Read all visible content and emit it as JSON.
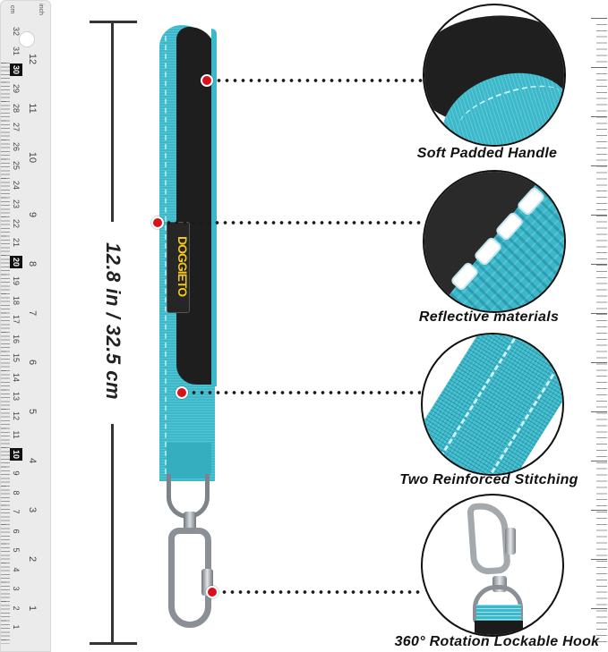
{
  "ruler": {
    "cm_unit": "cm",
    "inch_unit": "inch",
    "cm_labels": [
      "32",
      "31",
      "30",
      "29",
      "28",
      "27",
      "26",
      "25",
      "24",
      "23",
      "22",
      "21",
      "20",
      "19",
      "18",
      "17",
      "16",
      "15",
      "14",
      "13",
      "12",
      "11",
      "10",
      "9",
      "8",
      "7",
      "6",
      "5",
      "4",
      "3",
      "2",
      "1"
    ],
    "cm_boxed": [
      "30",
      "20",
      "10"
    ],
    "inch_labels": [
      "12",
      "11",
      "10",
      "9",
      "8",
      "7",
      "6",
      "5",
      "4",
      "3",
      "2",
      "1"
    ]
  },
  "dimension": {
    "label": "12.8 in / 32.5 cm"
  },
  "product": {
    "brand_tag": "DOGGIETO",
    "strap_color": "#3bb9cb",
    "padding_color": "#1e1e1e",
    "marker_color": "#d8121c"
  },
  "features": [
    {
      "caption": "Soft Padded Handle"
    },
    {
      "caption": "Reflective materials"
    },
    {
      "caption": "Two Reinforced Stitching"
    },
    {
      "caption": "360° Rotation Lockable Hook"
    }
  ]
}
